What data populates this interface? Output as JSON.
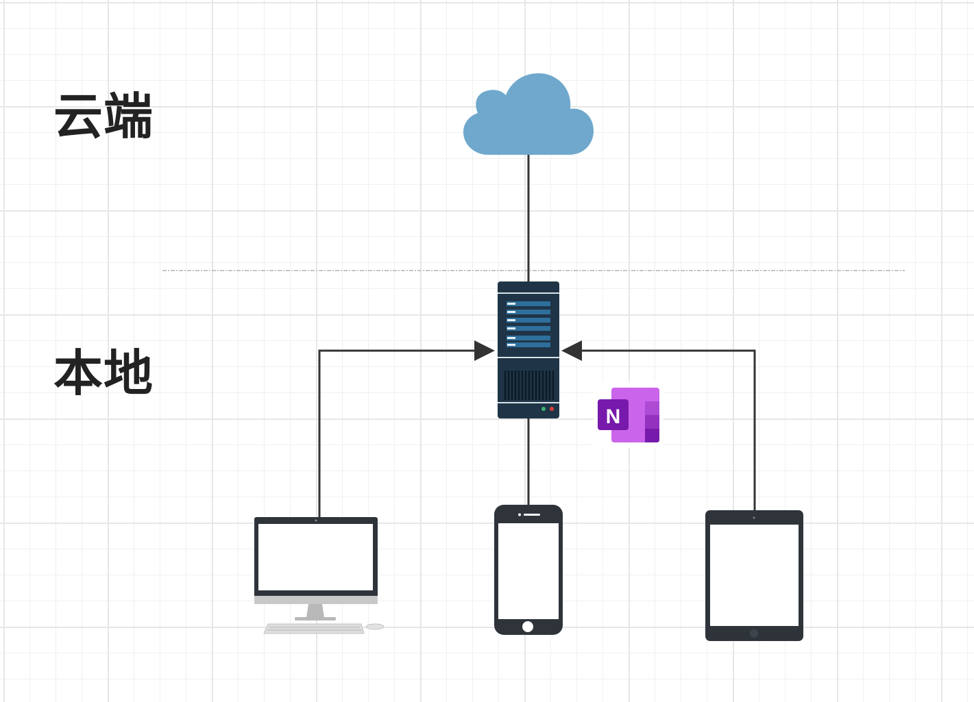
{
  "zones": {
    "cloud_label": "云端",
    "local_label": "本地"
  },
  "nodes": {
    "cloud": "cloud-icon",
    "server": "server-icon",
    "app_badge": "onenote-icon",
    "app_badge_letter": "N",
    "desktop": "desktop-computer-icon",
    "phone": "smartphone-icon",
    "tablet": "tablet-icon"
  },
  "colors": {
    "cloud": "#6fa8cc",
    "server_body": "#1f3547",
    "server_panel": "#2e6f9c",
    "device_frame": "#2f343b",
    "connector": "#333333",
    "onenote_dark": "#7719aa",
    "onenote_light": "#ca64ea"
  }
}
